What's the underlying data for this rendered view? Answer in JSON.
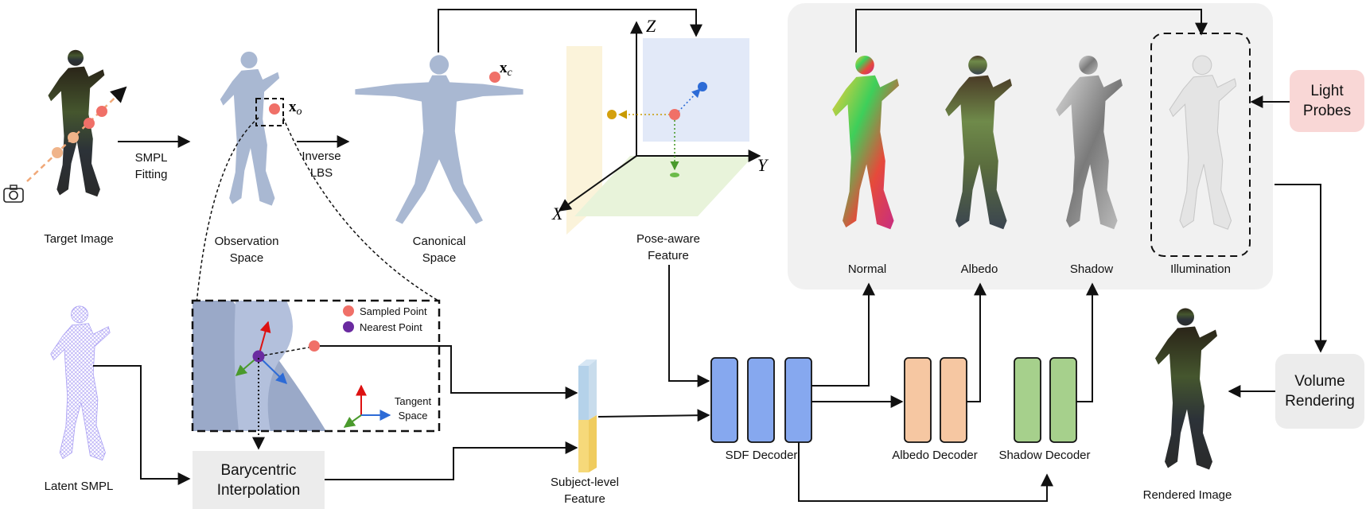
{
  "labels": {
    "target_image": "Target Image",
    "smpl_fitting": [
      "SMPL",
      "Fitting"
    ],
    "observation_space": [
      "Observation",
      "Space"
    ],
    "inverse_lbs": [
      "Inverse",
      "LBS"
    ],
    "canonical_space": [
      "Canonical",
      "Space"
    ],
    "pose_aware_feature": [
      "Pose-aware",
      "Feature"
    ],
    "normal": "Normal",
    "albedo": "Albedo",
    "shadow": "Shadow",
    "illumination": "Illumination",
    "light_probes": [
      "Light",
      "Probes"
    ],
    "volume_rendering": [
      "Volume",
      "Rendering"
    ],
    "rendered_image": "Rendered Image",
    "latent_smpl": "Latent SMPL",
    "barycentric_interpolation": [
      "Barycentric",
      "Interpolation"
    ],
    "subject_level_feature": [
      "Subject-level",
      "Feature"
    ],
    "sdf_decoder": "SDF Decoder",
    "albedo_decoder": "Albedo Decoder",
    "shadow_decoder": "Shadow Decoder",
    "legend_sampled_point": "Sampled Point",
    "legend_nearest_point": "Nearest Point",
    "tangent_space": [
      "Tangent",
      "Space"
    ],
    "x_o": "x",
    "x_o_sub": "o",
    "x_c": "x",
    "x_c_sub": "c",
    "axis_z": "Z",
    "axis_y": "Y",
    "axis_x": "X"
  },
  "icons": {
    "camera": "camera-icon"
  },
  "colors": {
    "sampled_point": "#f07068",
    "nearest_point": "#6a2aa0",
    "body_mesh": "#a9b8d2",
    "sdf_decoder": "#86a8ef",
    "albedo_decoder": "#f6c7a2",
    "shadow_decoder": "#a6d08c",
    "light_probes_bg": "#f9d7d6",
    "gray_box": "#ececec",
    "panel_bg": "#f1f1f1",
    "feature_top": "#b5d2ea",
    "feature_bottom": "#f6d97a"
  }
}
